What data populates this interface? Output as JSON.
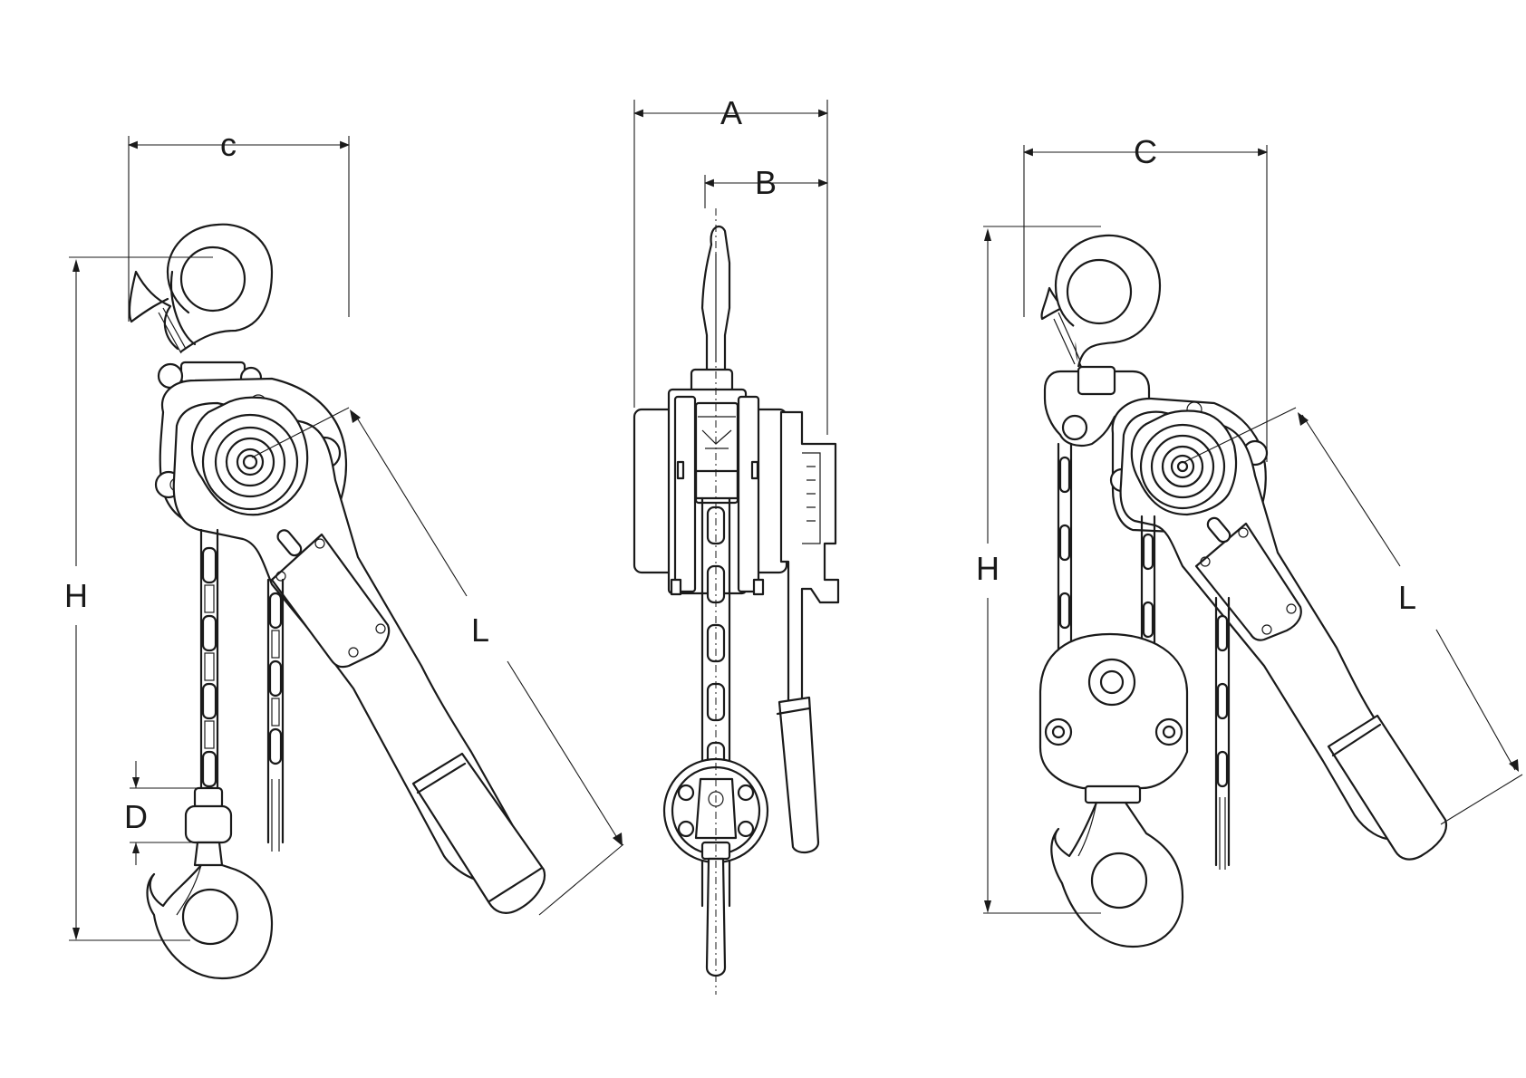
{
  "figure": {
    "views": [
      {
        "id": "side-view-left",
        "labels": {
          "width": "c",
          "height": "H",
          "handle": "L",
          "hook_throat": "D"
        }
      },
      {
        "id": "front-view",
        "labels": {
          "overall_width": "A",
          "half_width": "B"
        }
      },
      {
        "id": "side-view-right",
        "labels": {
          "width": "C",
          "height": "H",
          "handle": "L"
        }
      }
    ]
  }
}
